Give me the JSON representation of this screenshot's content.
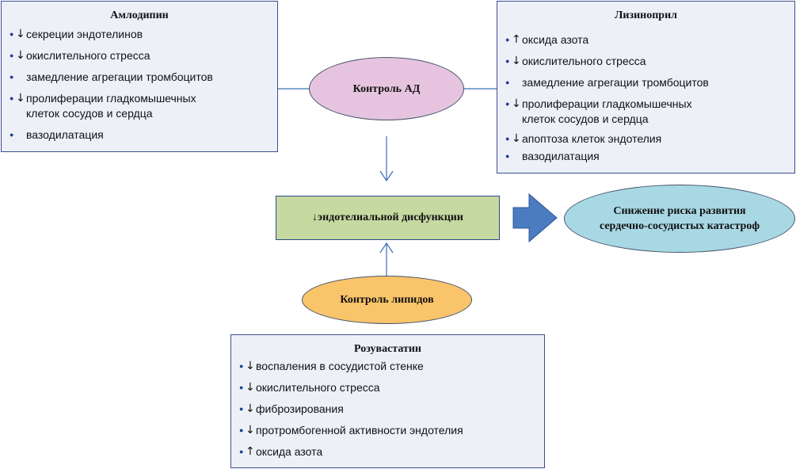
{
  "amlodipin": {
    "title": "Амлодипин",
    "items": [
      {
        "arrow": "↓",
        "text": "секреции эндотелинов"
      },
      {
        "arrow": "↓",
        "text": "окислительного стресса"
      },
      {
        "arrow": "",
        "text": "замедление агрегации тромбоцитов"
      },
      {
        "arrow": "↓",
        "text": "пролиферации гладкомышечных",
        "text2": "клеток сосудов и сердца"
      },
      {
        "arrow": "",
        "text": "вазодилатация"
      }
    ]
  },
  "lizinopril": {
    "title": "Лизиноприл",
    "items": [
      {
        "arrow": "↑",
        "text": "оксида азота"
      },
      {
        "arrow": "↓",
        "text": "окислительного стресса"
      },
      {
        "arrow": "",
        "text": "замедление агрегации тромбоцитов"
      },
      {
        "arrow": "↓",
        "text": "пролиферации гладкомышечных",
        "text2": "клеток сосудов и сердца"
      },
      {
        "arrow": "↓",
        "text": "апоптоза клеток эндотелия"
      },
      {
        "arrow": "",
        "text": "вазодилатация"
      }
    ]
  },
  "rozuvastatin": {
    "title": "Розувастатин",
    "items": [
      {
        "arrow": "↓",
        "text": "воспаления в сосудистой стенке"
      },
      {
        "arrow": "↓",
        "text": "окислительного стресса"
      },
      {
        "arrow": "↓",
        "text": "фиброзирования"
      },
      {
        "arrow": "↓",
        "text": "протромбогенной активности эндотелия"
      },
      {
        "arrow": "↑",
        "text": "оксида азота"
      }
    ]
  },
  "bp_control": "Контроль АД",
  "lipid_control": "Контроль липидов",
  "endothelial": "↓эндотелиальной дисфункции",
  "risk_reduction": "Снижение риска развития сердечно-сосудистых катастроф",
  "colors": {
    "box_fill": "#eef0f8",
    "box_border": "#3c4f8f",
    "bp_ellipse": "#e6c4df",
    "lipid_ellipse": "#fac46b",
    "center_box": "#c6d9a0",
    "risk_ellipse": "#a8d8e4",
    "block_arrow": "#4a7cbf",
    "bullet": "#1f3f8f"
  }
}
